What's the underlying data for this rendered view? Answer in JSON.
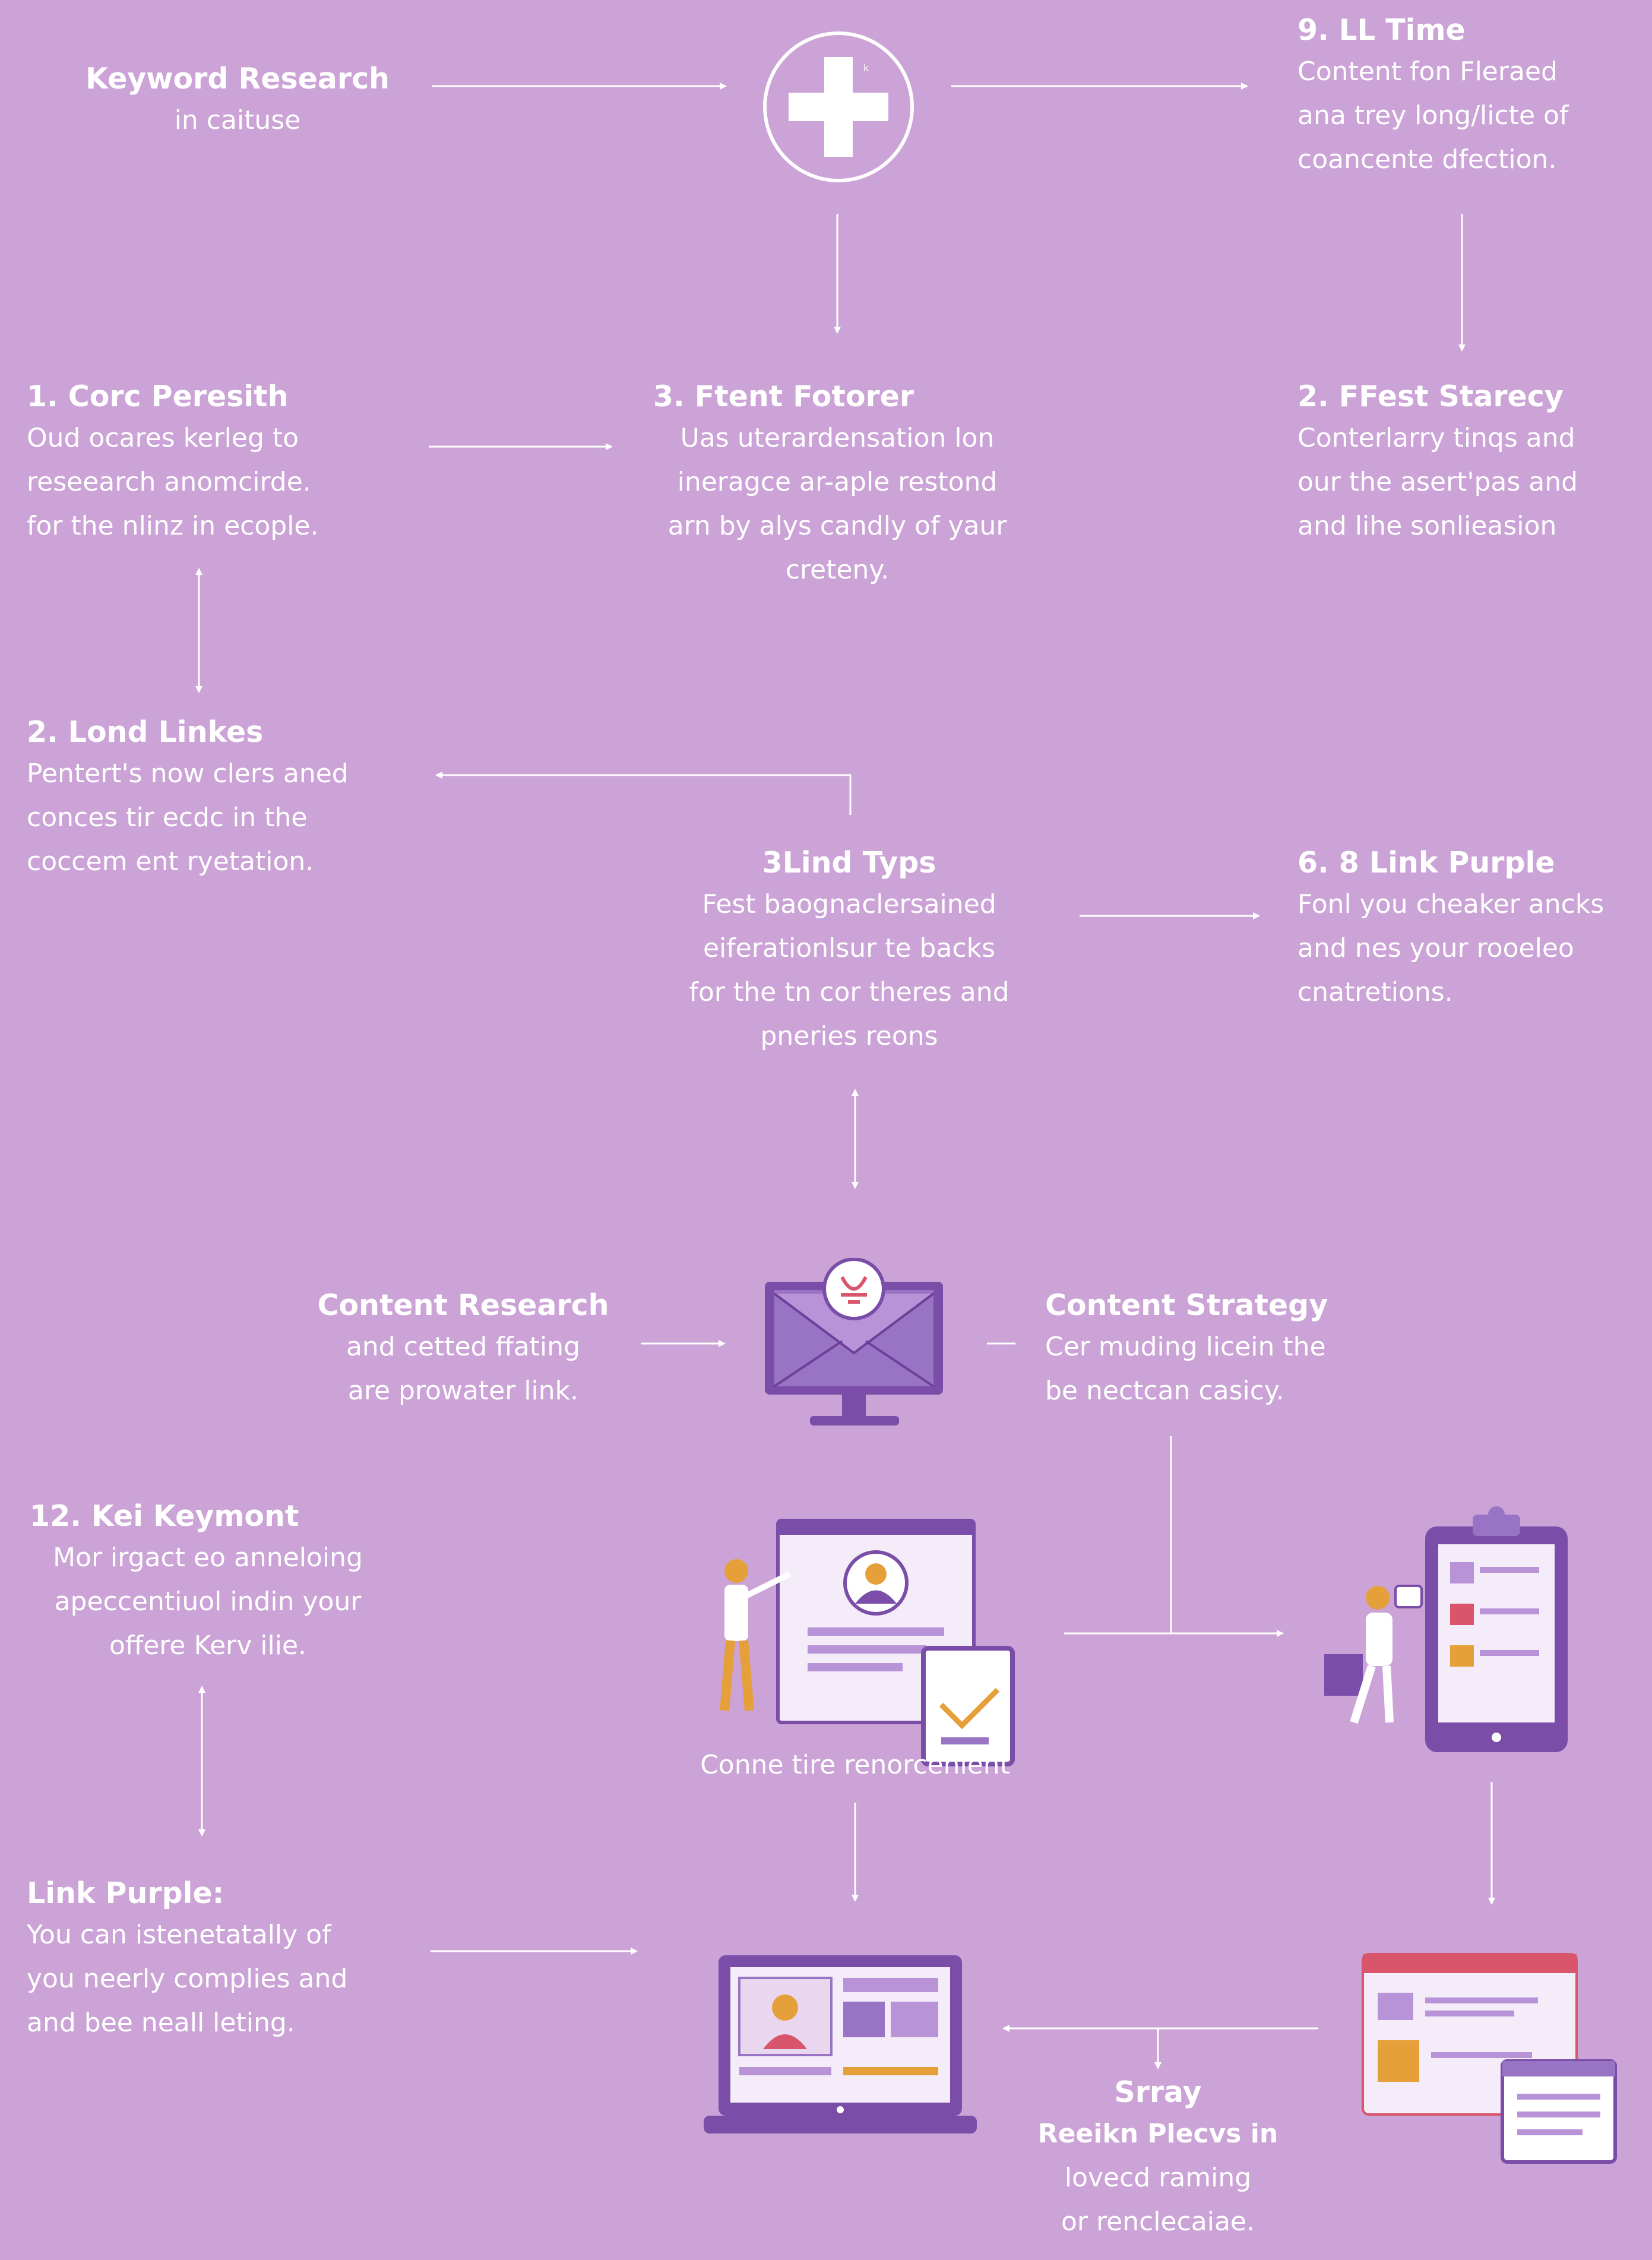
{
  "nodes": {
    "keyword_research": {
      "title": "Keyword Research",
      "lines": [
        "in caituse"
      ]
    },
    "n9": {
      "title": "9. ᒪᒪ Time",
      "lines": [
        "Content fon Fleraed",
        "ana trey long/licte of",
        "coancente dfection."
      ]
    },
    "n1": {
      "title": "1. Corc Peresith",
      "lines": [
        "Oud ocares kerleg to",
        "reseearch anomcirde.",
        "for the nlinz in ecople."
      ]
    },
    "n3": {
      "title": "3. Ftent Fotorer",
      "lines": [
        "Uas uterardensation lon",
        "ineragce ar-aple restond",
        "arn by alys candly of yaur",
        "creteny."
      ]
    },
    "n2a": {
      "title": "2. FFest Starecy",
      "lines": [
        "Conterlarry tinqs and",
        "our the asert'pas and",
        "and lihe sonlieasion"
      ]
    },
    "n2b": {
      "title": "2. Lond Linkes",
      "lines": [
        "Pentert's now clers aned",
        "conces tir ecdc in the",
        "coccem ent ryetation."
      ]
    },
    "n3b": {
      "title": "3Lind Typs",
      "lines": [
        "Fest baognaclersained",
        "eiferationlsur te backs",
        "for the tn cor theres and",
        "pneries reons"
      ]
    },
    "n6": {
      "title": "6. 8 Link Purple",
      "lines": [
        "Fonl you cheaker ancks",
        "and nes your rooeleo",
        "cnatretions."
      ]
    },
    "content_research": {
      "title": "Content Research",
      "lines": [
        "and cetted ffating",
        "are prowater link."
      ]
    },
    "content_strategy": {
      "title": "Content Strategy",
      "lines": [
        "Cer muding licein the",
        "be nectcan casicy."
      ]
    },
    "n12": {
      "title": "12. Kei Keymont",
      "lines": [
        "Mor irgact eo anneloing",
        "apeccentiuol indin your",
        "offere Kerv ilie."
      ]
    },
    "link_purple": {
      "title": "Link Purple:",
      "lines": [
        "You can istenetatally of",
        "you neerly complies and",
        "and bee neall leting."
      ]
    },
    "connect_caption": {
      "title": "Conne tire renorcenient"
    },
    "bottom": {
      "title": "Srray",
      "lines": [
        "Reeikn Plecvs in",
        "lovecd raming",
        "or renclecaiae."
      ]
    }
  },
  "icons": {
    "plus_circle": "plus-circle-icon",
    "email_monitor": "email-monitor-icon",
    "profile_board": "presentation-profile-icon",
    "clipboard_tablet": "clipboard-tablet-icon",
    "video_laptop": "video-call-laptop-icon",
    "browser_windows": "browser-window-icon"
  },
  "colors": {
    "background": "#cba3d6",
    "line": "#ffffff",
    "accent_dark": "#7a4ea8",
    "accent_mid": "#9a74c4",
    "device_light": "#f4ecf8",
    "warm": "#e6a03a",
    "red": "#d9556b"
  }
}
